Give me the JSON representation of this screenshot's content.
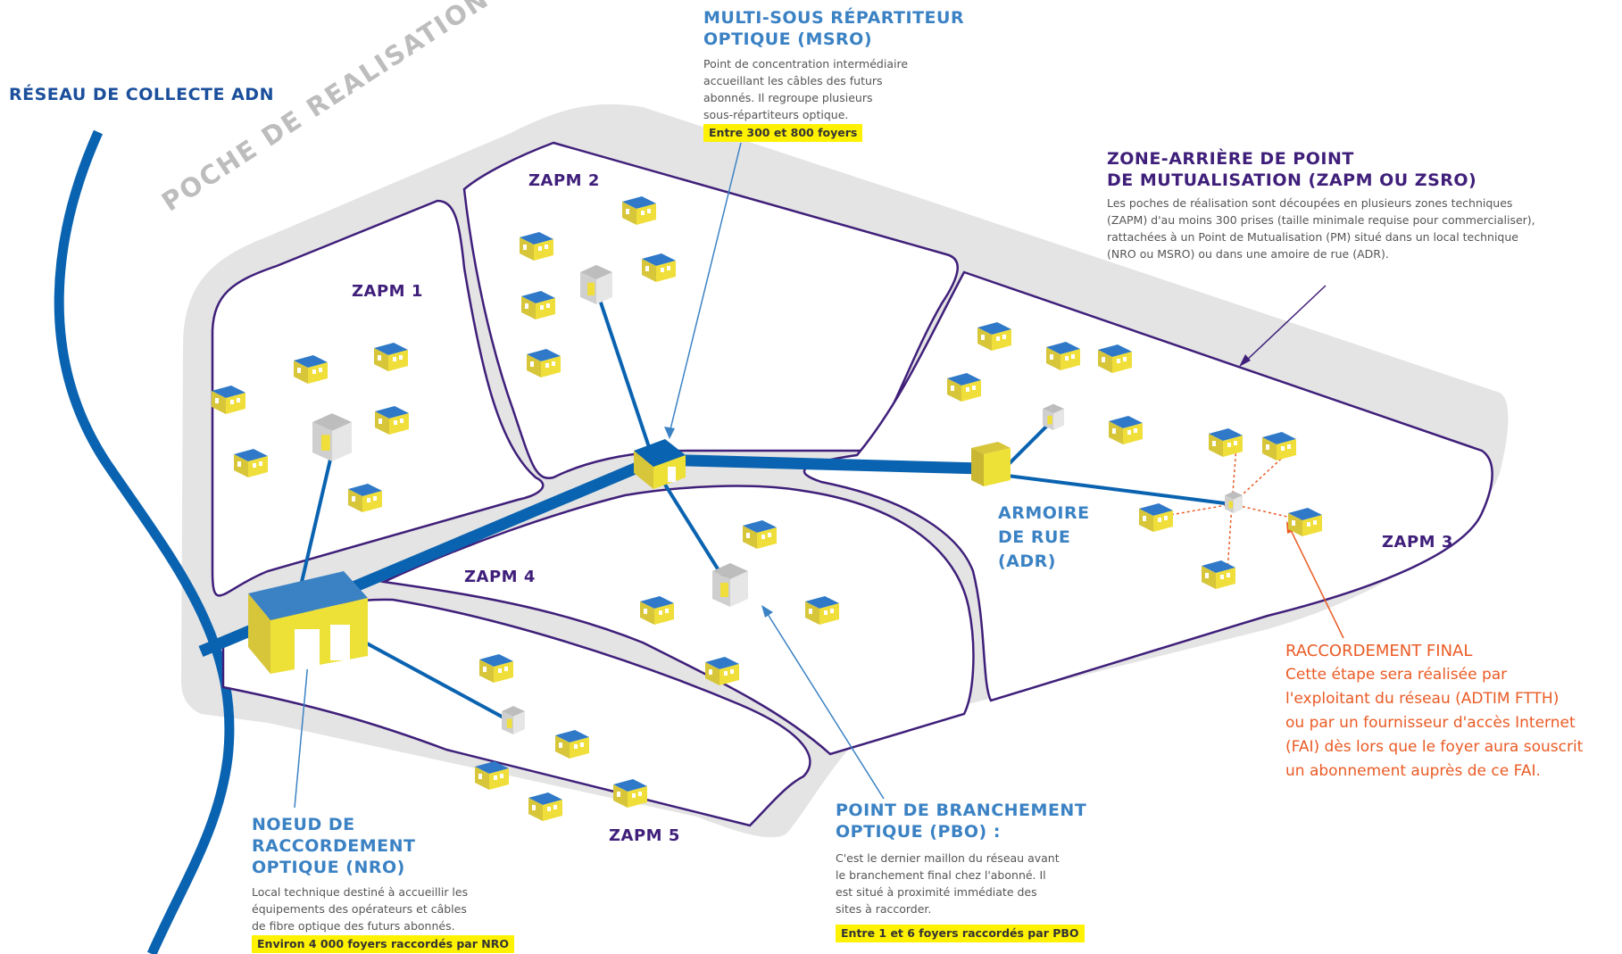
{
  "network": {
    "title": "RÉSEAU DE COLLECTE ADN"
  },
  "pr": {
    "label": "POCHE DE REALISATION (PR)"
  },
  "zones": {
    "zapm1": "ZAPM 1",
    "zapm2": "ZAPM 2",
    "zapm3": "ZAPM 3",
    "zapm4": "ZAPM 4",
    "zapm5": "ZAPM 5"
  },
  "msro": {
    "title_line1": "MULTI-SOUS RÉPARTITEUR",
    "title_line2": "OPTIQUE (MSRO)",
    "desc_lines": [
      "Point de concentration intermédiaire",
      "accueillant les câbles des futurs",
      "abonnés. Il regroupe plusieurs",
      "sous-répartiteurs optique."
    ],
    "highlight": "Entre 300 et 800 foyers"
  },
  "zapm_info": {
    "title_line1": "ZONE-ARRIÈRE DE POINT",
    "title_line2": "DE MUTUALISATION (ZAPM OU ZSRO)",
    "desc_lines": [
      "Les poches de réalisation sont découpées en plusieurs zones techniques",
      "(ZAPM) d'au moins 300 prises (taille minimale requise pour commercialiser),",
      "rattachées à un Point de Mutualisation (PM) situé dans un local technique",
      "(NRO ou MSRO) ou dans une amoire de rue (ADR)."
    ]
  },
  "adr": {
    "line1": "ARMOIRE",
    "line2": "DE RUE",
    "line3": "(ADR)"
  },
  "final": {
    "title": "RACCORDEMENT FINAL",
    "lines": [
      "Cette étape sera réalisée par",
      "l'exploitant du réseau (ADTIM FTTH)",
      "ou par un fournisseur d'accès Internet",
      "(FAI) dès lors que le foyer aura souscrit",
      "un abonnement auprès de ce FAI."
    ]
  },
  "nro": {
    "title_line1": "NOEUD DE",
    "title_line2": "RACCORDEMENT",
    "title_line3": "OPTIQUE (NRO)",
    "desc_lines": [
      "Local technique destiné à accueillir les",
      "équipements des opérateurs et câbles",
      "de fibre optique des futurs abonnés."
    ],
    "highlight": "Environ 4 000 foyers raccordés par NRO"
  },
  "pbo": {
    "title_line1": "POINT DE BRANCHEMENT",
    "title_line2": "OPTIQUE (PBO) :",
    "desc_lines": [
      "C'est le dernier maillon du réseau avant",
      "le branchement final chez l'abonné. Il",
      "est situé à proximité immédiate des",
      "sites à raccorder."
    ],
    "highlight": "Entre 1 et 6 foyers raccordés par PBO"
  },
  "colors": {
    "network_blue": "#0a63b0",
    "zone_outline": "#3f1f7a",
    "house_yellow": "#f0df3a",
    "roof_blue": "#2f79c8",
    "orange": "#ea5b25",
    "highlight_yellow": "#fff200"
  }
}
